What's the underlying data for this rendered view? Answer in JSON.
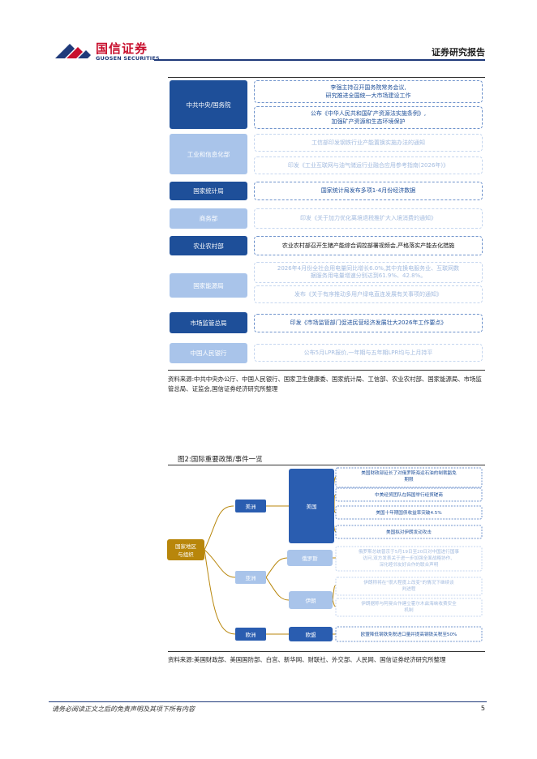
{
  "header": {
    "logo_cn": "国信证券",
    "logo_en": "GUOSEN SECURITIES",
    "title": "证券研究报告"
  },
  "figure1": {
    "rows": [
      {
        "dept": "中共中央/国务院",
        "style": "dark",
        "events": [
          {
            "text": "李强主持召开国务院常务会议,\n研究推进全国统一大市场建设工作",
            "style": "dark"
          },
          {
            "text": "公布《中华人民共和国矿产资源法实施条例》,\n加强矿产资源和生态环境保护",
            "style": "dark"
          }
        ]
      },
      {
        "dept": "工业和信息化部",
        "style": "light",
        "events": [
          {
            "text": "工信部印发钢铁行业产能置换实施办法的通知",
            "style": "light"
          },
          {
            "text": "印发《工业互联网与油气储运行业融合应用参考指南(2026年)》",
            "style": "light"
          }
        ]
      },
      {
        "dept": "国家统计局",
        "style": "dark",
        "events": [
          {
            "text": "国家统计局发布多项1-4月份经济数据",
            "style": "dark"
          }
        ]
      },
      {
        "dept": "商务部",
        "style": "light",
        "events": [
          {
            "text": "印发《关于加力优化离境退税推扩大入境消费的通知》",
            "style": "light"
          }
        ]
      },
      {
        "dept": "农业农村部",
        "style": "dark",
        "events": [
          {
            "text": "农业农村部召开生猪产能综合调控部署视频会,严格落实产能去化措施",
            "style": "dark"
          }
        ]
      },
      {
        "dept": "国家能源局",
        "style": "light",
        "events": [
          {
            "text": "2026年4月份全社会用电量同比增长6.0%,其中充换电服务业、互联网数\n据服务用电量增速分别达到61.9%、42.8%。",
            "style": "light"
          },
          {
            "text": "发布《关于有序推动多用户绿电直连发展有关事项的通知》",
            "style": "light"
          }
        ]
      },
      {
        "dept": "市场监管总局",
        "style": "dark",
        "events": [
          {
            "text": "印发《市场监管部门促进民营经济发展壮大2026年工作要点》",
            "style": "dark"
          }
        ]
      },
      {
        "dept": "中国人民银行",
        "style": "light",
        "events": [
          {
            "text": "公布5月LPR报价,一年期与五年期LPR均与上月持平",
            "style": "light"
          }
        ]
      }
    ],
    "source": "资料来源:中共中央办公厅、中国人民银行、国家卫生健康委、国家统计局、工信部、农业农村部、国家能源局、市场监管总局、证监会,国信证券经济研究所整理"
  },
  "figure2": {
    "title": "图2:国际重要政策/事件一览",
    "root": "国家地区\n与组织",
    "regions": {
      "america": "美洲",
      "asia": "亚洲",
      "europe": "欧洲"
    },
    "countries": {
      "us": "美国",
      "russia": "俄罗斯",
      "iran": "伊朗",
      "eu": "欧盟"
    },
    "events": {
      "us_1": "美国财政部延长了对俄罗斯海运石油的制裁豁免\n期限",
      "us_2": "中美经贸团队在韩国举行经贸磋商",
      "us_3": "美国十年期国债收益率突破4.5%",
      "us_4": "美国拟对伊朗发动攻击",
      "russia_1": "俄罗斯总统普京于5月19日至20日对中国进行国事\n访问,双方发表关于进一步加强全面战略协作、\n深化睦邻友好合作的联合声明",
      "iran_1": "伊朗称将在\"很大程度上改变\"的情况下继续谈\n判进程",
      "iran_2": "伊朗据称与阿曼合作建立霍尔木兹海峡收费安全\n机制",
      "eu_1": "欧盟降低钢铁免税进口量并提高钢铁关税至50%"
    },
    "source": "资料来源:美国财政部、美国国防部、白宫、新华网、财联社、外交部、人民网、国信证券经济研究所整理"
  },
  "footer": {
    "disclaimer": "请务必阅读正文之后的免责声明及其项下所有内容",
    "page_number": "5"
  },
  "colors": {
    "dark_blue": "#1e4f99",
    "light_blue": "#a9c4ea",
    "gold": "#b8860b",
    "mindmap_box": "#2a5db0",
    "brand_red": "#c8102e"
  }
}
